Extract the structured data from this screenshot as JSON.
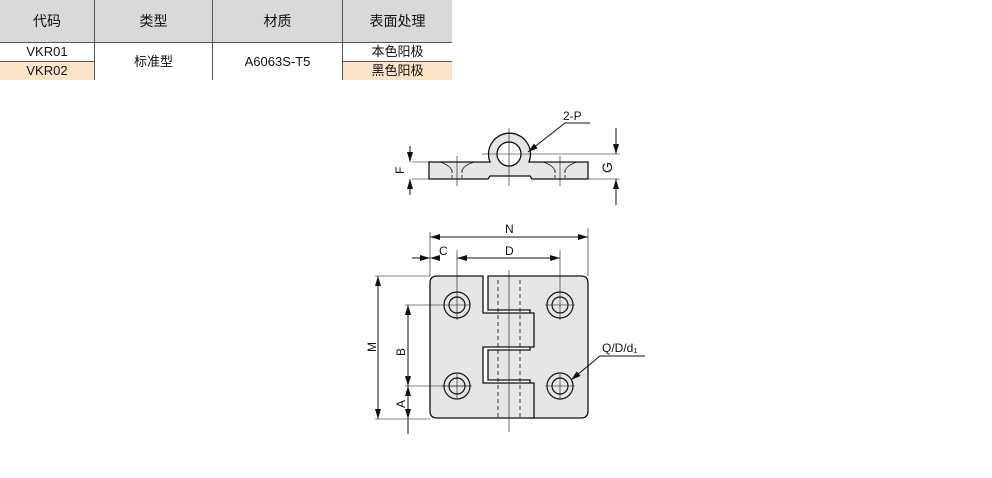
{
  "table": {
    "headers": [
      "代码",
      "类型",
      "材质",
      "表面处理"
    ],
    "rows": [
      {
        "code": "VKR01",
        "type": "标准型",
        "material": "A6063S-T5",
        "finish": "本色阳极"
      },
      {
        "code": "VKR02",
        "finish": "黑色阳极"
      }
    ]
  },
  "drawing": {
    "labels": {
      "p": "2-P",
      "f": "F",
      "g": "G",
      "n": "N",
      "c": "C",
      "d": "D",
      "m": "M",
      "b": "B",
      "a": "A",
      "q": "Q/D/d₁"
    }
  },
  "colors": {
    "header": "#d9d9d9",
    "highlight": "#fce4c8",
    "part": "#e6e6e6"
  }
}
